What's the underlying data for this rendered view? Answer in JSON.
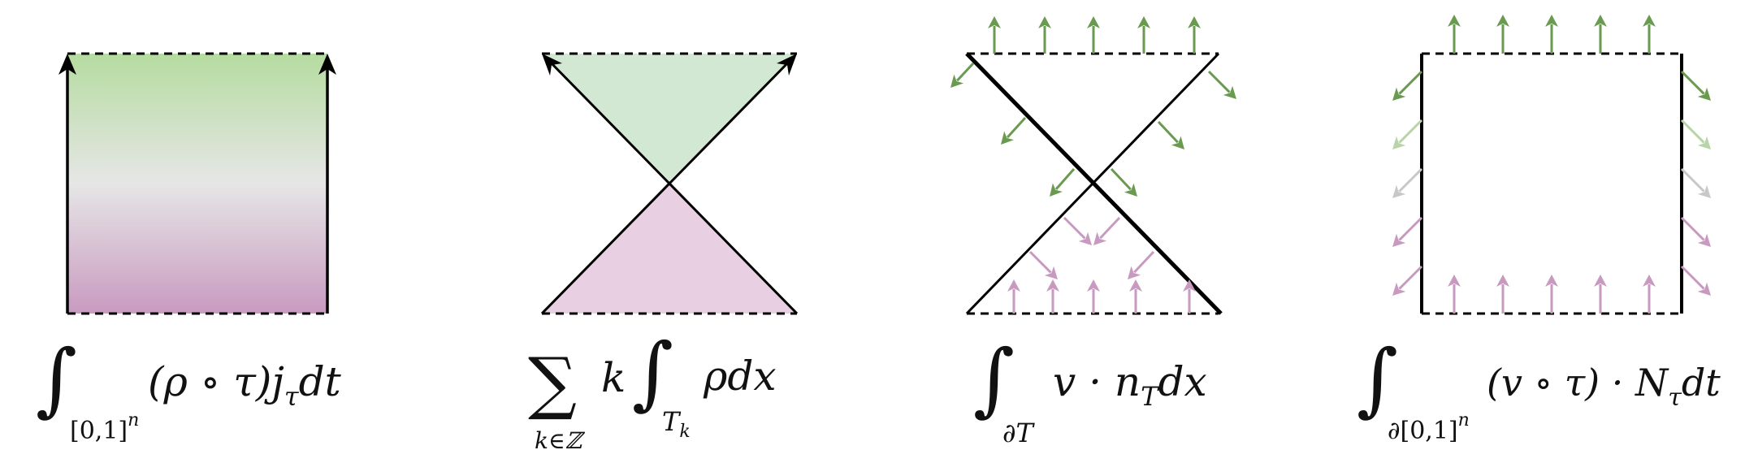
{
  "colors": {
    "green": "#6a9a50",
    "green_fill": "#d3e8d3",
    "green_top": "#b5dca0",
    "gray": "#e6e6e6",
    "pink": "#c99ac0",
    "pink_fill": "#e8cfe1",
    "gray_arrow": "#c8c8c8",
    "light_green_arrow": "#b8d4a8",
    "stroke": "#000000"
  },
  "formulas": {
    "f1": {
      "integral": "∫",
      "sub": "[0,1]",
      "sub_sup": "n",
      "body": "(ρ ∘ τ)j",
      "body_sub": "τ",
      "tail": "dt"
    },
    "f2": {
      "sum": "∑",
      "sum_sub": "k∈ℤ",
      "coef": "k",
      "integral": "∫",
      "sub": "T",
      "sub_sub": "k",
      "body": "ρdx"
    },
    "f3": {
      "integral": "∫",
      "sub": "∂T",
      "body": "v · n",
      "body_sub": "T",
      "tail": "dx"
    },
    "f4": {
      "integral": "∫",
      "sub": "∂[0,1]",
      "sub_sup": "n",
      "body": "(v ∘ τ) · N",
      "body_sub": "τ",
      "tail": "dt"
    }
  }
}
